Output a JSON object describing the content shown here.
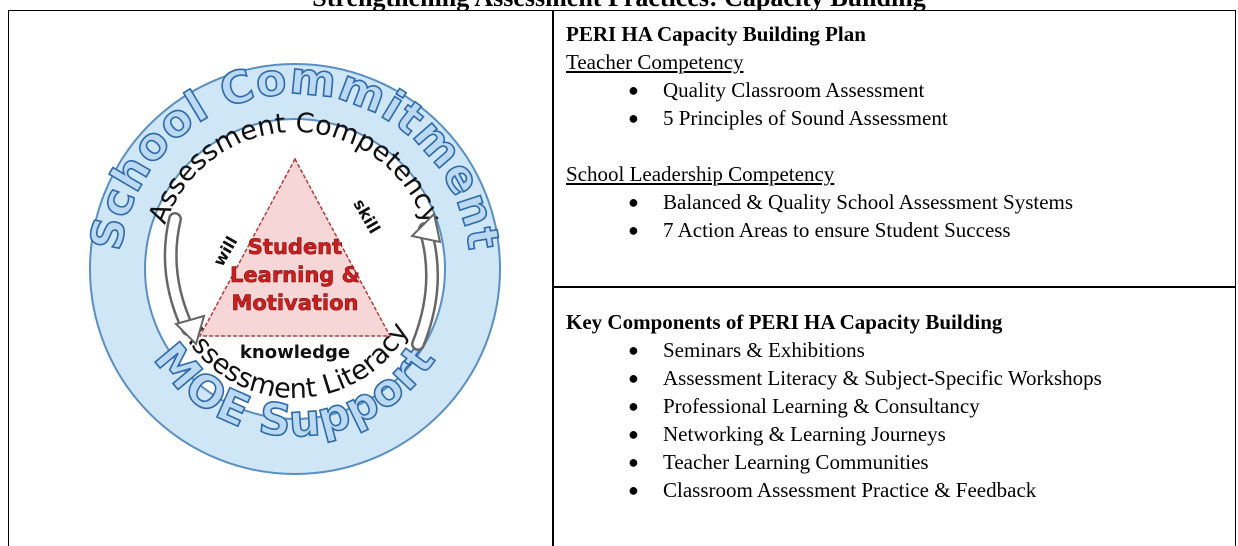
{
  "page": {
    "title": "Strengthening Assessment Practices: Capacity Building"
  },
  "diagram": {
    "outer_top": "School Commitment",
    "outer_bottom": "MOE Support",
    "inner_top": "Assessment Competency",
    "inner_bottom": "Assessment Literacy",
    "triangle_left": "will",
    "triangle_right": "skill",
    "triangle_bottom": "knowledge",
    "center_line1": "Student",
    "center_line2": "Learning &",
    "center_line3": "Motivation",
    "colors": {
      "ring_fill": "#cfe6f7",
      "ring_stroke": "#5a8fc0",
      "outer_text_fill": "#bcd9f3",
      "outer_text_stroke": "#2e6aa7",
      "triangle_fill": "#f6d6d6",
      "triangle_stroke": "#b33b3b",
      "center_text": "#cc1f1f"
    }
  },
  "plan": {
    "heading": "PERI HA Capacity Building Plan",
    "teacher": {
      "label": "Teacher Competency",
      "items": [
        "Quality Classroom Assessment",
        "5 Principles of Sound Assessment"
      ]
    },
    "leadership": {
      "label": "School Leadership Competency",
      "items": [
        "Balanced & Quality School Assessment Systems",
        "7 Action Areas to ensure Student Success"
      ]
    }
  },
  "components": {
    "heading": "Key Components of PERI HA Capacity Building",
    "items": [
      "Seminars & Exhibitions",
      "Assessment Literacy & Subject-Specific Workshops",
      "Professional Learning & Consultancy",
      "Networking & Learning Journeys",
      "Teacher Learning Communities",
      "Classroom Assessment Practice & Feedback"
    ]
  },
  "icons": {
    "bullet": "bullet-dot",
    "arrows": [
      "curved-down-arrow-icon",
      "curved-up-arrow-icon"
    ]
  }
}
